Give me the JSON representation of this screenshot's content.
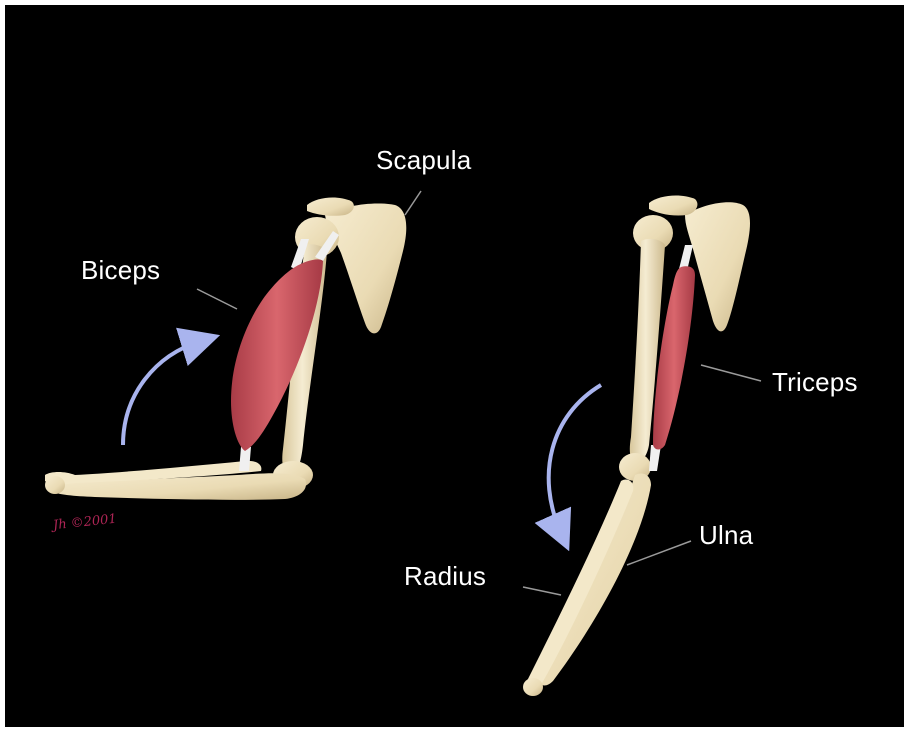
{
  "labels": {
    "scapula": "Scapula",
    "biceps": "Biceps",
    "triceps": "Triceps",
    "ulna": "Ulna",
    "radius": "Radius"
  },
  "signature": "Jh ©2001",
  "colors": {
    "background": "#000000",
    "frame": "#ffffff",
    "bone": "#eee1bf",
    "bone_shadow": "#c9b88e",
    "muscle": "#c9555e",
    "tendon": "#f1f1f1",
    "arrow": "#a9b4ee",
    "leader_line": "#9a9a9a",
    "label_text": "#ffffff",
    "signature": "#b7275a"
  }
}
